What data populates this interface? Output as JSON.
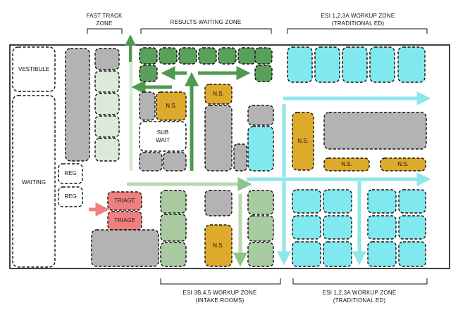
{
  "zones": {
    "fast_track": [
      "FAST TRACK",
      "ZONE"
    ],
    "results_waiting": "RESULTS WAITING ZONE",
    "esi_top": [
      "ESI 1,2,3A WORKUP ZONE",
      "(TRADITIONAL ED)"
    ],
    "esi_3b": [
      "ESI 3B,4,5 WORKUP ZONE",
      "(INTAKE ROOMS)"
    ],
    "esi_bottom": [
      "ESI 1,2,3A WORKUP ZONE",
      "(TRADITIONAL ED)"
    ]
  },
  "rooms": {
    "vestibule": "VESTIBULE",
    "waiting": "WAITING",
    "reg": "REG",
    "triage": "TRIAGE",
    "sub_wait": [
      "SUB",
      "WAIT"
    ],
    "ns": "N.S."
  },
  "colors": {
    "gray": "#b3b3b3",
    "light_green": "#dcebd9",
    "mid_green": "#a8cba1",
    "dark_green": "#5aa05b",
    "cyan": "#7fe9ef",
    "gold": "#deaa2b",
    "salmon": "#f08080",
    "arrow_green": "#8cc48a",
    "arrow_green_dark": "#4e9a50",
    "arrow_cyan": "#8fe6ea"
  }
}
